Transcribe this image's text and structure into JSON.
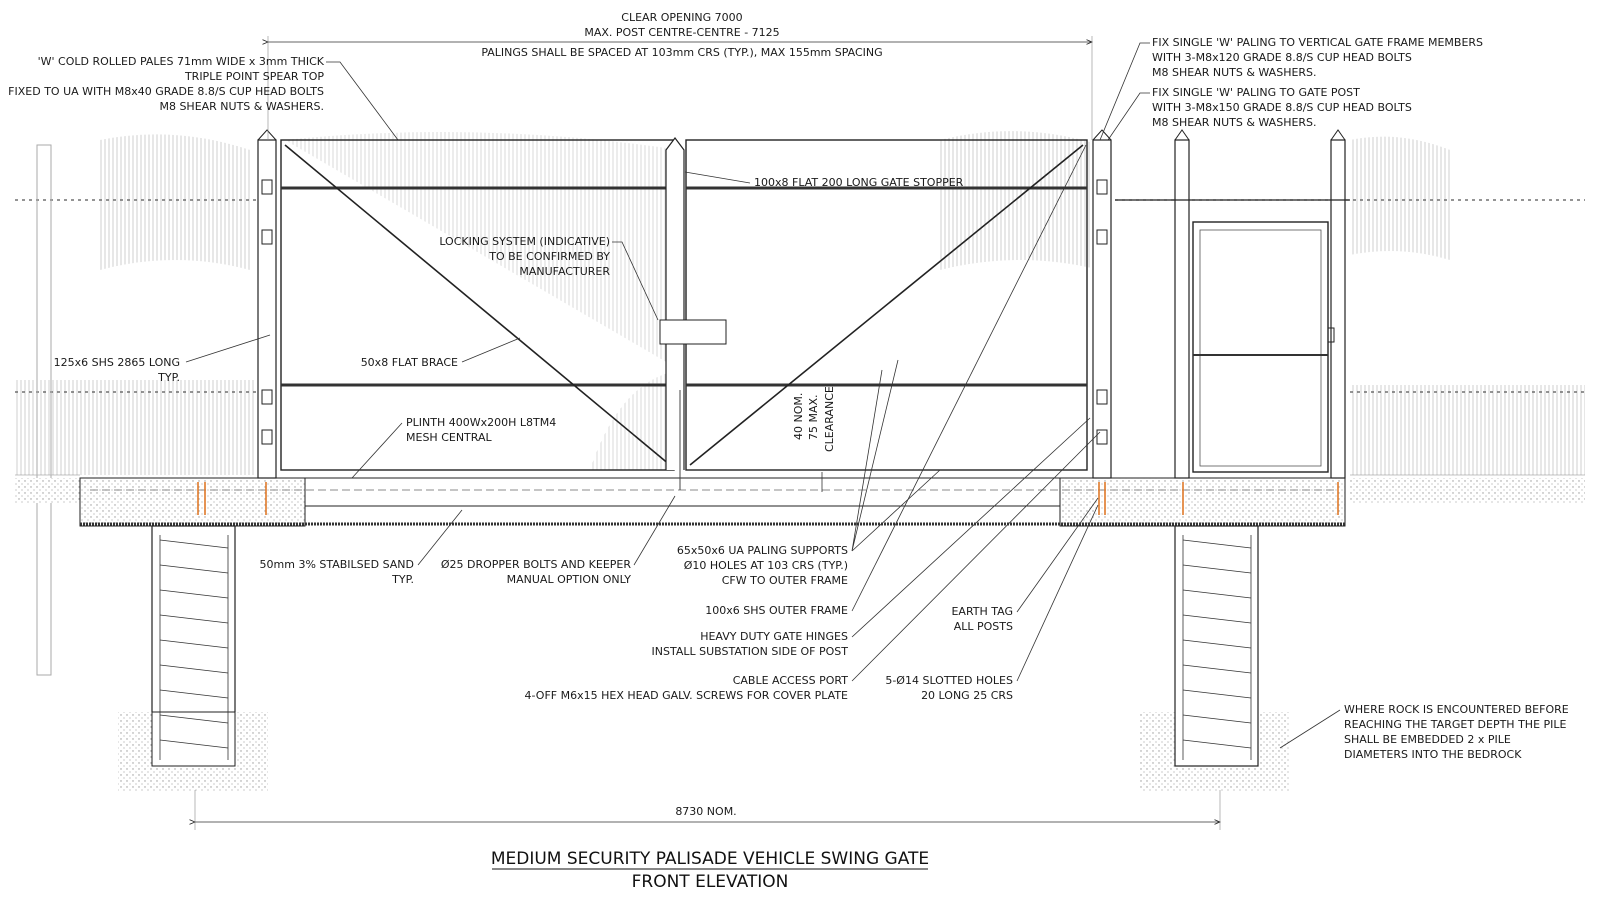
{
  "drawing": {
    "title": "MEDIUM SECURITY PALISADE VEHICLE SWING GATE",
    "subtitle": "FRONT ELEVATION"
  },
  "dimensions": {
    "clear_opening": "CLEAR OPENING 7000",
    "post_centres": "MAX. POST CENTRE-CENTRE - 7125",
    "paling_spacing": "PALINGS SHALL BE SPACED AT 103mm CRS (TYP.), MAX 155mm SPACING",
    "overall": "8730 NOM.",
    "clearance": [
      "40 NOM.",
      "75 MAX.",
      "CLEARANCE"
    ]
  },
  "notes": {
    "pales": [
      "'W' COLD ROLLED PALES 71mm WIDE x 3mm THICK",
      "TRIPLE POINT SPEAR TOP",
      "FIXED TO UA WITH M8x40 GRADE 8.8/S CUP HEAD BOLTS",
      "M8 SHEAR NUTS & WASHERS."
    ],
    "gate_frame": [
      "FIX SINGLE 'W' PALING TO VERTICAL GATE FRAME MEMBERS",
      "WITH 3-M8x120 GRADE 8.8/S CUP HEAD BOLTS",
      "M8 SHEAR NUTS & WASHERS."
    ],
    "gate_post": [
      "FIX SINGLE 'W' PALING TO GATE POST",
      "WITH 3-M8x150 GRADE 8.8/S CUP HEAD BOLTS",
      "M8 SHEAR NUTS & WASHERS."
    ],
    "stopper": "100x8 FLAT 200 LONG GATE STOPPER",
    "locking": [
      "LOCKING SYSTEM (INDICATIVE)",
      "TO BE CONFIRMED BY",
      "MANUFACTURER"
    ],
    "shs_post": [
      "125x6 SHS 2865 LONG",
      "TYP."
    ],
    "brace": "50x8 FLAT BRACE",
    "plinth": [
      "PLINTH 400Wx200H L8TM4",
      "MESH CENTRAL"
    ],
    "sand": [
      "50mm 3% STABILSED SAND",
      "TYP."
    ],
    "dropper": [
      "Ø25 DROPPER BOLTS AND KEEPER",
      "MANUAL OPTION ONLY"
    ],
    "ua_supports": [
      "65x50x6 UA PALING SUPPORTS",
      "Ø10 HOLES AT 103 CRS (TYP.)",
      "CFW TO OUTER FRAME"
    ],
    "outer_frame": "100x6 SHS OUTER FRAME",
    "hinges": [
      "HEAVY DUTY GATE HINGES",
      "INSTALL SUBSTATION SIDE OF POST"
    ],
    "cable_port": [
      "CABLE ACCESS PORT",
      "4-OFF M6x15 HEX HEAD GALV. SCREWS FOR COVER PLATE"
    ],
    "earth_tag": [
      "EARTH TAG",
      "ALL POSTS"
    ],
    "slotted": [
      "5-Ø14 SLOTTED HOLES",
      "20 LONG 25 CRS"
    ],
    "rock": [
      "WHERE ROCK IS ENCOUNTERED BEFORE",
      "REACHING THE TARGET DEPTH THE PILE",
      "SHALL BE EMBEDDED 2 x PILE",
      "DIAMETERS INTO THE BEDROCK"
    ]
  }
}
